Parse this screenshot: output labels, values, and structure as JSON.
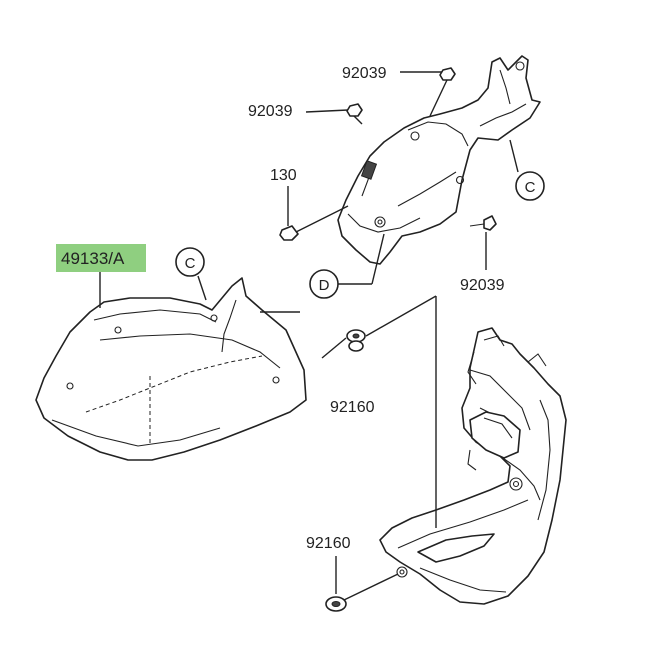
{
  "labels": {
    "p92039_top": "92039",
    "p92039_left": "92039",
    "p130": "130",
    "p92039_right": "92039",
    "p49133": "49133/A",
    "p92160_mid": "92160",
    "p92160_bot": "92160",
    "c_top": "C",
    "c_left": "C",
    "d": "D"
  },
  "colors": {
    "highlight": "#8fcf80",
    "line": "#222222"
  }
}
